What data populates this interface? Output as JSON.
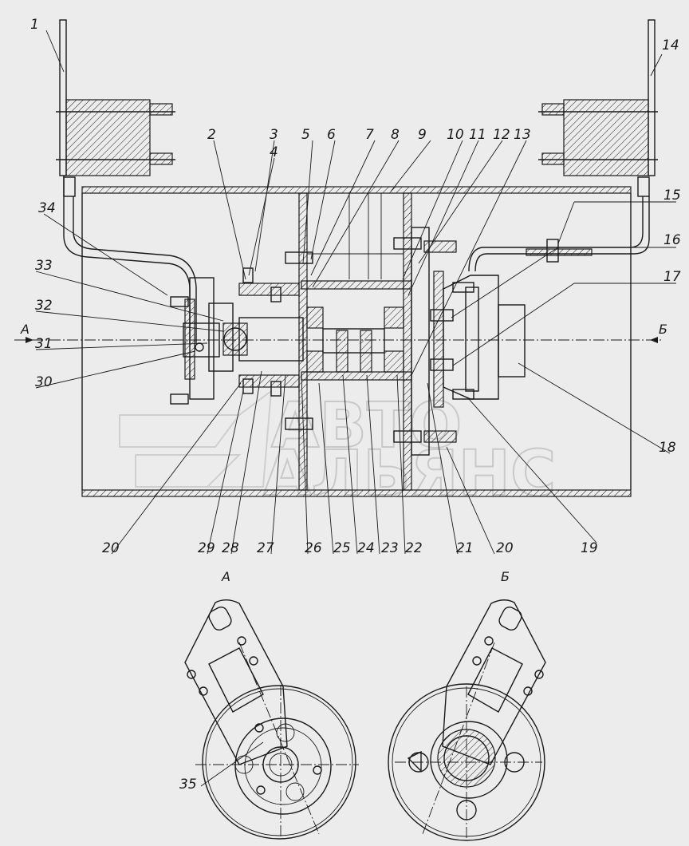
{
  "callouts_top": [
    "1",
    "2",
    "3",
    "4",
    "5",
    "6",
    "7",
    "8",
    "9",
    "10",
    "11",
    "12",
    "13",
    "14"
  ],
  "callouts_right": [
    "15",
    "16",
    "17",
    "18",
    "19"
  ],
  "callouts_left": [
    "34",
    "33",
    "32",
    "31",
    "30"
  ],
  "callouts_bottom": [
    "20",
    "29",
    "28",
    "27",
    "26",
    "25",
    "24",
    "23",
    "22",
    "21",
    "20",
    "19"
  ],
  "section_marks": {
    "left_arrow": "А",
    "right_arrow": "Б"
  },
  "view_titles": {
    "view_a": "А",
    "view_b": "Б"
  },
  "view_a_callout": "35",
  "watermark": {
    "line1": "АВТО",
    "line2": "АЛЬЯНС"
  }
}
